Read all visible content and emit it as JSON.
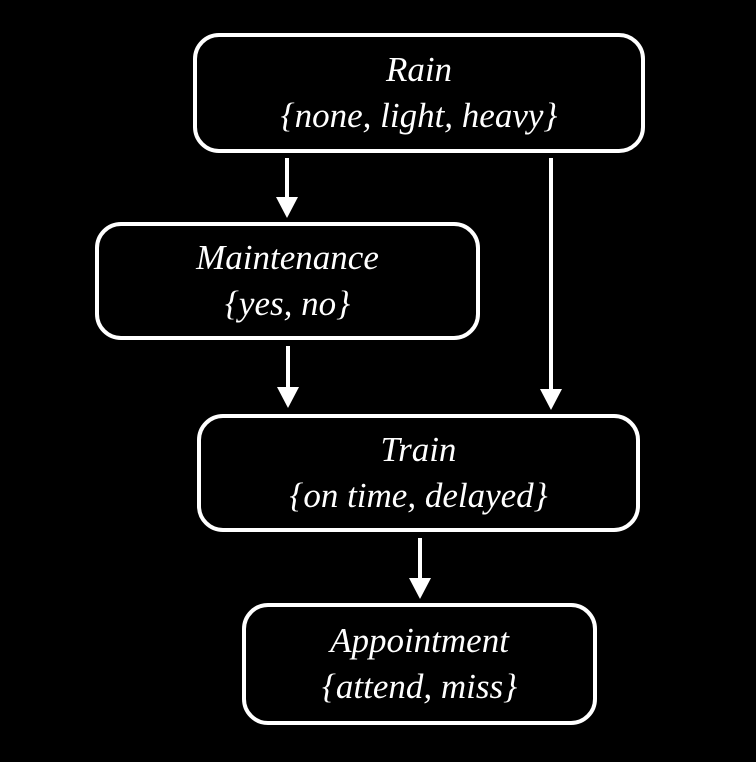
{
  "colors": {
    "background": "#000000",
    "node_border": "#ffffff",
    "text": "#ffffff",
    "arrow": "#ffffff"
  },
  "nodes": [
    {
      "name": "Rain",
      "states": "{none, light, heavy}"
    },
    {
      "name": "Maintenance",
      "states": "{yes, no}"
    },
    {
      "name": "Train",
      "states": "{on time, delayed}"
    },
    {
      "name": "Appointment",
      "states": "{attend, miss}"
    }
  ],
  "edges": [
    {
      "from": "Rain",
      "to": "Maintenance"
    },
    {
      "from": "Rain",
      "to": "Train"
    },
    {
      "from": "Maintenance",
      "to": "Train"
    },
    {
      "from": "Train",
      "to": "Appointment"
    }
  ]
}
